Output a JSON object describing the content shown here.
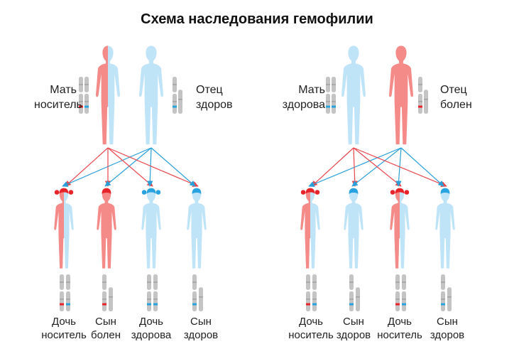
{
  "title": "Схема наследования гемофилии",
  "colors": {
    "affected": "#f58b88",
    "healthy": "#bfe4f7",
    "affected_gene": "#e8242b",
    "healthy_gene": "#29a3e0",
    "chromosome": "#c4c4c4",
    "arrow_red": "#e8464d",
    "arrow_blue": "#2a9fd8"
  },
  "panels": [
    {
      "parents": [
        {
          "role": "mother",
          "status": "carrier",
          "line1": "Мать",
          "line2": "носитель"
        },
        {
          "role": "father",
          "status": "healthy",
          "line1": "Отец",
          "line2": "здоров"
        }
      ],
      "children": [
        {
          "sex": "female",
          "status": "carrier",
          "line1": "Дочь",
          "line2": "носитель"
        },
        {
          "sex": "male",
          "status": "affected",
          "line1": "Сын",
          "line2": "болен"
        },
        {
          "sex": "female",
          "status": "healthy",
          "line1": "Дочь",
          "line2": "здорова"
        },
        {
          "sex": "male",
          "status": "healthy",
          "line1": "Сын",
          "line2": "здоров"
        }
      ]
    },
    {
      "parents": [
        {
          "role": "mother",
          "status": "healthy",
          "line1": "Мать",
          "line2": "здорова"
        },
        {
          "role": "father",
          "status": "affected",
          "line1": "Отец",
          "line2": "болен"
        }
      ],
      "children": [
        {
          "sex": "female",
          "status": "carrier",
          "line1": "Дочь",
          "line2": "носитель"
        },
        {
          "sex": "male",
          "status": "healthy",
          "line1": "Сын",
          "line2": "здоров"
        },
        {
          "sex": "female",
          "status": "carrier",
          "line1": "Дочь",
          "line2": "носитель"
        },
        {
          "sex": "male",
          "status": "healthy",
          "line1": "Сын",
          "line2": "здоров"
        }
      ]
    }
  ]
}
